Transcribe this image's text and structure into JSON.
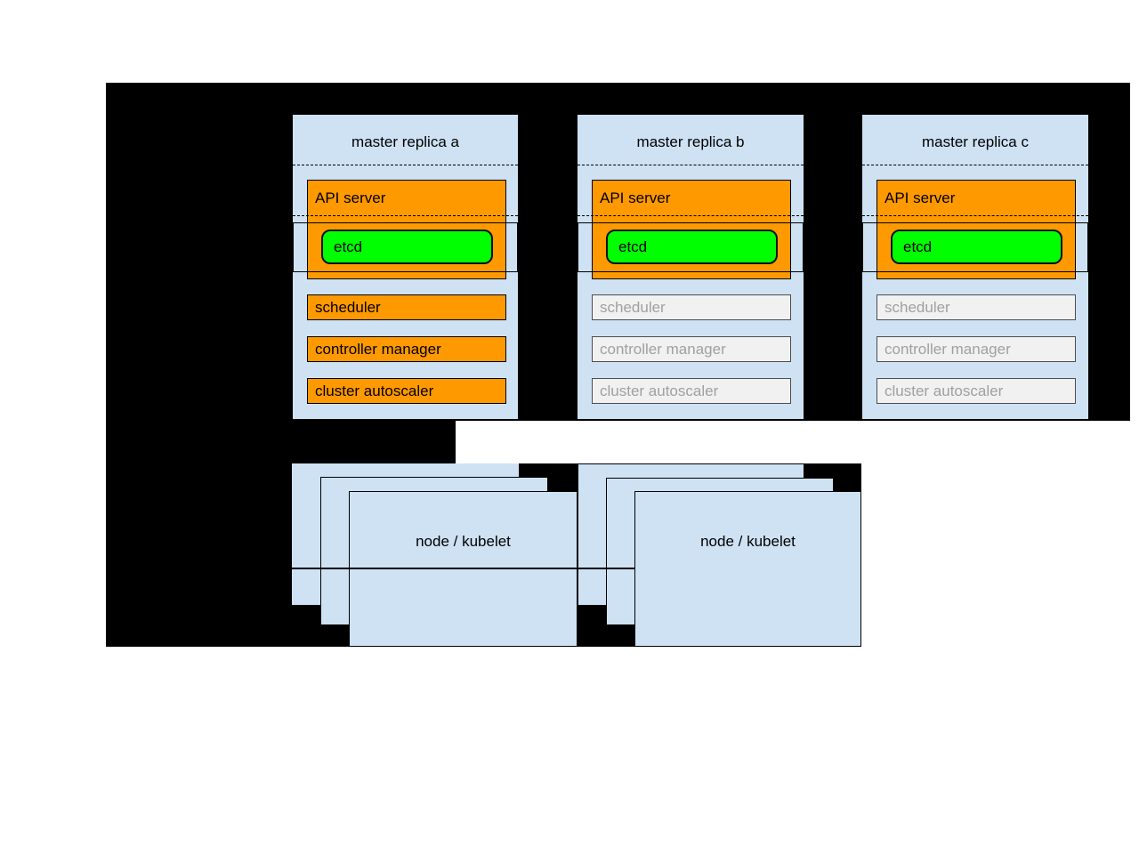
{
  "diagram": {
    "colors": {
      "background": "#000000",
      "panel_fill": "#cfe2f3",
      "active_fill": "#ff9900",
      "etcd_fill": "#00ff00",
      "standby_fill": "#f1f1f1",
      "standby_text": "#a0a0a0"
    },
    "masters": [
      {
        "title": "master replica a",
        "state": "active",
        "components": {
          "api_server": "API server",
          "etcd": "etcd",
          "scheduler": "scheduler",
          "controller_manager": "controller manager",
          "cluster_autoscaler": "cluster autoscaler"
        }
      },
      {
        "title": "master replica b",
        "state": "standby",
        "components": {
          "api_server": "API server",
          "etcd": "etcd",
          "scheduler": "scheduler",
          "controller_manager": "controller manager",
          "cluster_autoscaler": "cluster autoscaler"
        }
      },
      {
        "title": "master replica c",
        "state": "standby",
        "components": {
          "api_server": "API server",
          "etcd": "etcd",
          "scheduler": "scheduler",
          "controller_manager": "controller manager",
          "cluster_autoscaler": "cluster autoscaler"
        }
      }
    ],
    "nodes": [
      {
        "label": "node / kubelet"
      },
      {
        "label": "node / kubelet"
      }
    ]
  }
}
